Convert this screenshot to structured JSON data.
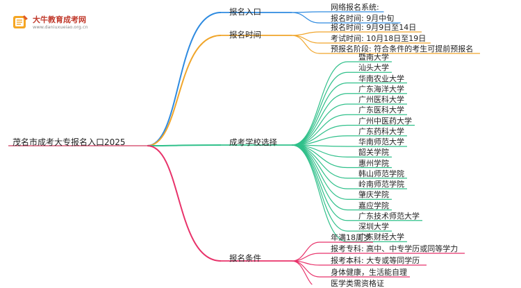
{
  "watermark": {
    "site_name": "大牛教育成考网",
    "url": "www.daniuxueiao.org.cn",
    "logo_icon": "book-logo-icon"
  },
  "colors": {
    "branch_0": "#2d8ae0",
    "branch_1": "#f0a52a",
    "branch_2": "#2fc08a",
    "branch_3": "#e8326a",
    "root": "#d03b5e"
  },
  "mindmap": {
    "root": "茂名市成考大专报名入口2025",
    "branches": [
      {
        "label": "报名入口",
        "children": [
          "网络报名系统:",
          "报名时间: 9月中旬"
        ]
      },
      {
        "label": "报名时间",
        "children": [
          "报名时间: 9月9日至14日",
          "考试时间: 10月18日至19日",
          "预报名阶段: 符合条件的考生可提前预报名"
        ]
      },
      {
        "label": "成考学校选择",
        "children": [
          "暨南大学",
          "汕头大学",
          "华南农业大学",
          "广东海洋大学",
          "广州医科大学",
          "广东医科大学",
          "广州中医药大学",
          "广东药科大学",
          "华南师范大学",
          "韶关学院",
          "惠州学院",
          "韩山师范学院",
          "岭南师范学院",
          "肇庆学院",
          "嘉应学院",
          "广东技术师范大学",
          "深圳大学",
          "广东财经大学"
        ]
      },
      {
        "label": "报名条件",
        "children": [
          "年满18周岁",
          "报考专科: 高中、中专学历或同等学力",
          "报考本科: 大专或等同学历",
          "身体健康，生活能自理",
          "医学类需资格证"
        ]
      }
    ]
  }
}
